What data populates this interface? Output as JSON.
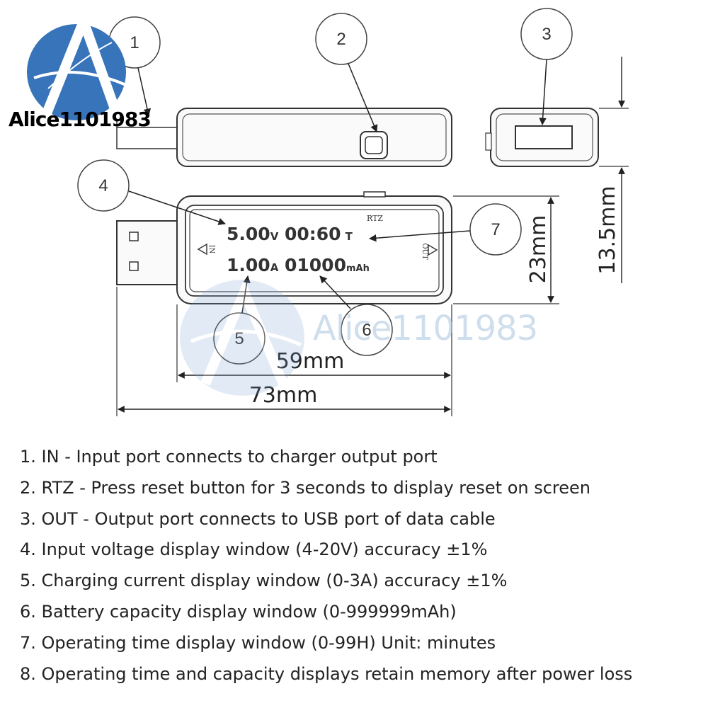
{
  "brand": {
    "logo_text": "Alice1101983",
    "watermark_text": "Alice1101983",
    "color": "#2f6fb6"
  },
  "callouts": [
    "1",
    "2",
    "3",
    "4",
    "5",
    "6",
    "7"
  ],
  "device": {
    "rtz_label": "RTZ",
    "in_label": "IN",
    "out_label": "OUT",
    "voltage": "5.00",
    "voltage_unit": "V",
    "time": "00:60",
    "time_unit": "T",
    "current": "1.00",
    "current_unit": "A",
    "capacity": "01000",
    "capacity_unit": "mAh"
  },
  "dimensions": {
    "screen_width": "59mm",
    "total_length": "73mm",
    "height": "23mm",
    "thickness": "13.5mm"
  },
  "descriptions": [
    "1. IN - Input port connects to charger output port",
    "2. RTZ - Press reset button for 3 seconds to display reset on screen",
    "3. OUT - Output port connects to USB port of data cable",
    "4. Input voltage display window (4-20V) accuracy ±1%",
    "5. Charging current display window (0-3A) accuracy ±1%",
    "6. Battery capacity display window (0-999999mAh)",
    "7. Operating time display window (0-99H) Unit: minutes",
    "8. Operating time and capacity displays retain memory after power loss"
  ]
}
